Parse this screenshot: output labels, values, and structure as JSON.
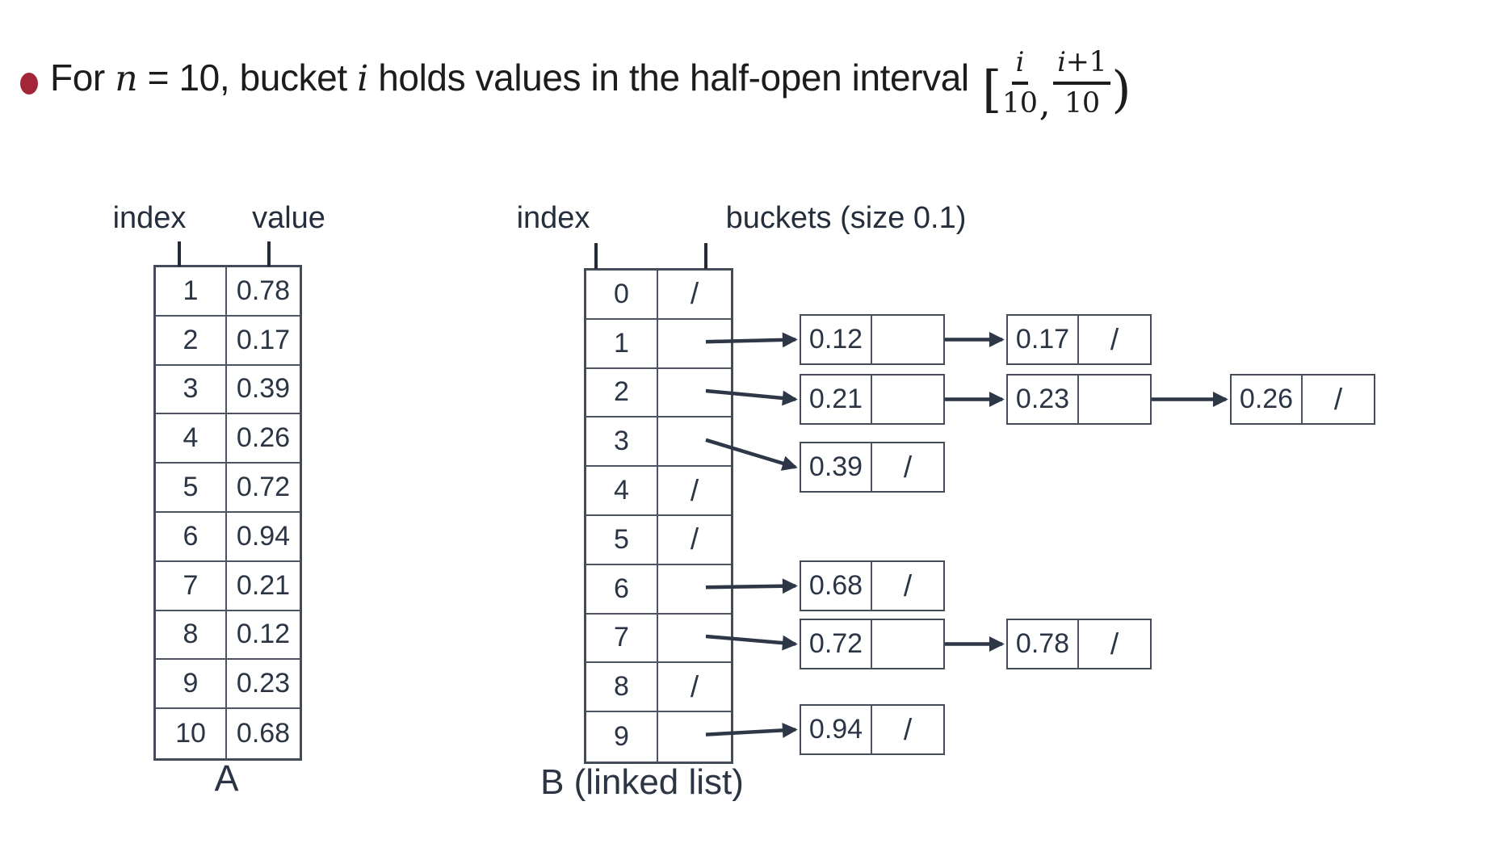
{
  "slide": {
    "title": {
      "runs": [
        {
          "t": "For ",
          "math": false
        },
        {
          "t": "n",
          "math": true
        },
        {
          "t": " = 10, bucket ",
          "math": false
        },
        {
          "t": "i",
          "math": true
        },
        {
          "t": " holds values in the half-open interval ",
          "math": false
        }
      ],
      "interval": {
        "open_bracket": "[",
        "fractions": [
          {
            "num": "i",
            "den": "10"
          },
          {
            "num": "i+1",
            "den": "10"
          }
        ],
        "separator": ",",
        "close_bracket": ")"
      }
    },
    "colors": {
      "bullet": "#A32638",
      "line": "#2e3747",
      "border": "#454c59",
      "text": "#2b3544",
      "title_text": "#1c1c1c"
    }
  },
  "array_a": {
    "header_index": "index",
    "header_value": "value",
    "label": "A",
    "rows": [
      {
        "index": "1",
        "value": "0.78"
      },
      {
        "index": "2",
        "value": "0.17"
      },
      {
        "index": "3",
        "value": "0.39"
      },
      {
        "index": "4",
        "value": "0.26"
      },
      {
        "index": "5",
        "value": "0.72"
      },
      {
        "index": "6",
        "value": "0.94"
      },
      {
        "index": "7",
        "value": "0.21"
      },
      {
        "index": "8",
        "value": "0.12"
      },
      {
        "index": "9",
        "value": "0.23"
      },
      {
        "index": "10",
        "value": "0.68"
      }
    ]
  },
  "array_b": {
    "header_index": "index",
    "header_buckets": "buckets (size 0.1)",
    "label": "B (linked list)",
    "null_symbol": "/",
    "rows": [
      {
        "index": "0",
        "slot": "/"
      },
      {
        "index": "1",
        "slot": ""
      },
      {
        "index": "2",
        "slot": ""
      },
      {
        "index": "3",
        "slot": ""
      },
      {
        "index": "4",
        "slot": "/"
      },
      {
        "index": "5",
        "slot": "/"
      },
      {
        "index": "6",
        "slot": ""
      },
      {
        "index": "7",
        "slot": ""
      },
      {
        "index": "8",
        "slot": "/"
      },
      {
        "index": "9",
        "slot": ""
      }
    ],
    "chains": [
      {
        "bucket": 1,
        "nodes": [
          {
            "value": "0.12",
            "next": "arrow"
          },
          {
            "value": "0.17",
            "next": "null"
          }
        ]
      },
      {
        "bucket": 2,
        "nodes": [
          {
            "value": "0.21",
            "next": "arrow"
          },
          {
            "value": "0.23",
            "next": "arrow"
          },
          {
            "value": "0.26",
            "next": "null"
          }
        ]
      },
      {
        "bucket": 3,
        "nodes": [
          {
            "value": "0.39",
            "next": "null"
          }
        ]
      },
      {
        "bucket": 6,
        "nodes": [
          {
            "value": "0.68",
            "next": "null"
          }
        ]
      },
      {
        "bucket": 7,
        "nodes": [
          {
            "value": "0.72",
            "next": "arrow"
          },
          {
            "value": "0.78",
            "next": "null"
          }
        ]
      },
      {
        "bucket": 9,
        "nodes": [
          {
            "value": "0.94",
            "next": "null"
          }
        ]
      }
    ]
  }
}
